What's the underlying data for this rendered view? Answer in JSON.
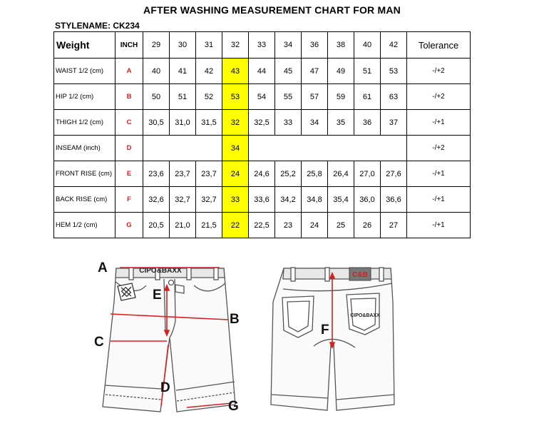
{
  "title": "AFTER WASHING MEASUREMENT CHART FOR MAN",
  "stylename": "STYLENAME: CK234",
  "table": {
    "header": {
      "weight": "Weight",
      "inch": "INCH",
      "sizes": [
        "29",
        "30",
        "31",
        "32",
        "33",
        "34",
        "36",
        "38",
        "40",
        "42"
      ],
      "tolerance": "Tolerance"
    },
    "rows": [
      {
        "label": "WAIST 1/2 (cm)",
        "code": "A",
        "values": [
          "40",
          "41",
          "42",
          "43",
          "44",
          "45",
          "47",
          "49",
          "51",
          "53"
        ],
        "tolerance": "-/+2"
      },
      {
        "label": "HIP 1/2 (cm)",
        "code": "B",
        "values": [
          "50",
          "51",
          "52",
          "53",
          "54",
          "55",
          "57",
          "59",
          "61",
          "63"
        ],
        "tolerance": "-/+2"
      },
      {
        "label": "THIGH 1/2 (cm)",
        "code": "C",
        "values": [
          "30,5",
          "31,0",
          "31,5",
          "32",
          "32,5",
          "33",
          "34",
          "35",
          "36",
          "37"
        ],
        "tolerance": "-/+1"
      },
      {
        "label": "INSEAM (inch)",
        "code": "D",
        "value32": "34",
        "tolerance": "-/+2"
      },
      {
        "label": "FRONT RISE (cm)",
        "code": "E",
        "values": [
          "23,6",
          "23,7",
          "23,7",
          "24",
          "24,6",
          "25,2",
          "25,8",
          "26,4",
          "27,0",
          "27,6"
        ],
        "tolerance": "-/+1"
      },
      {
        "label": "BACK RISE (cm)",
        "code": "F",
        "values": [
          "32,6",
          "32,7",
          "32,7",
          "33",
          "33,6",
          "34,2",
          "34,8",
          "35,4",
          "36,0",
          "36,6"
        ],
        "tolerance": "-/+1"
      },
      {
        "label": "HEM 1/2  (cm)",
        "code": "G",
        "values": [
          "20,5",
          "21,0",
          "21,5",
          "22",
          "22,5",
          "23",
          "24",
          "25",
          "26",
          "27"
        ],
        "tolerance": "-/+1"
      }
    ]
  },
  "highlight_color": "#ffff00",
  "code_color": "#d42020",
  "drawings": {
    "front_brand": "CIPO&BAXX",
    "back_logo": "C&B",
    "back_pocket_brand": "CIPO&BAXX",
    "letters": {
      "a": "A",
      "b": "B",
      "c": "C",
      "d": "D",
      "e": "E",
      "f": "F",
      "g": "G"
    }
  }
}
